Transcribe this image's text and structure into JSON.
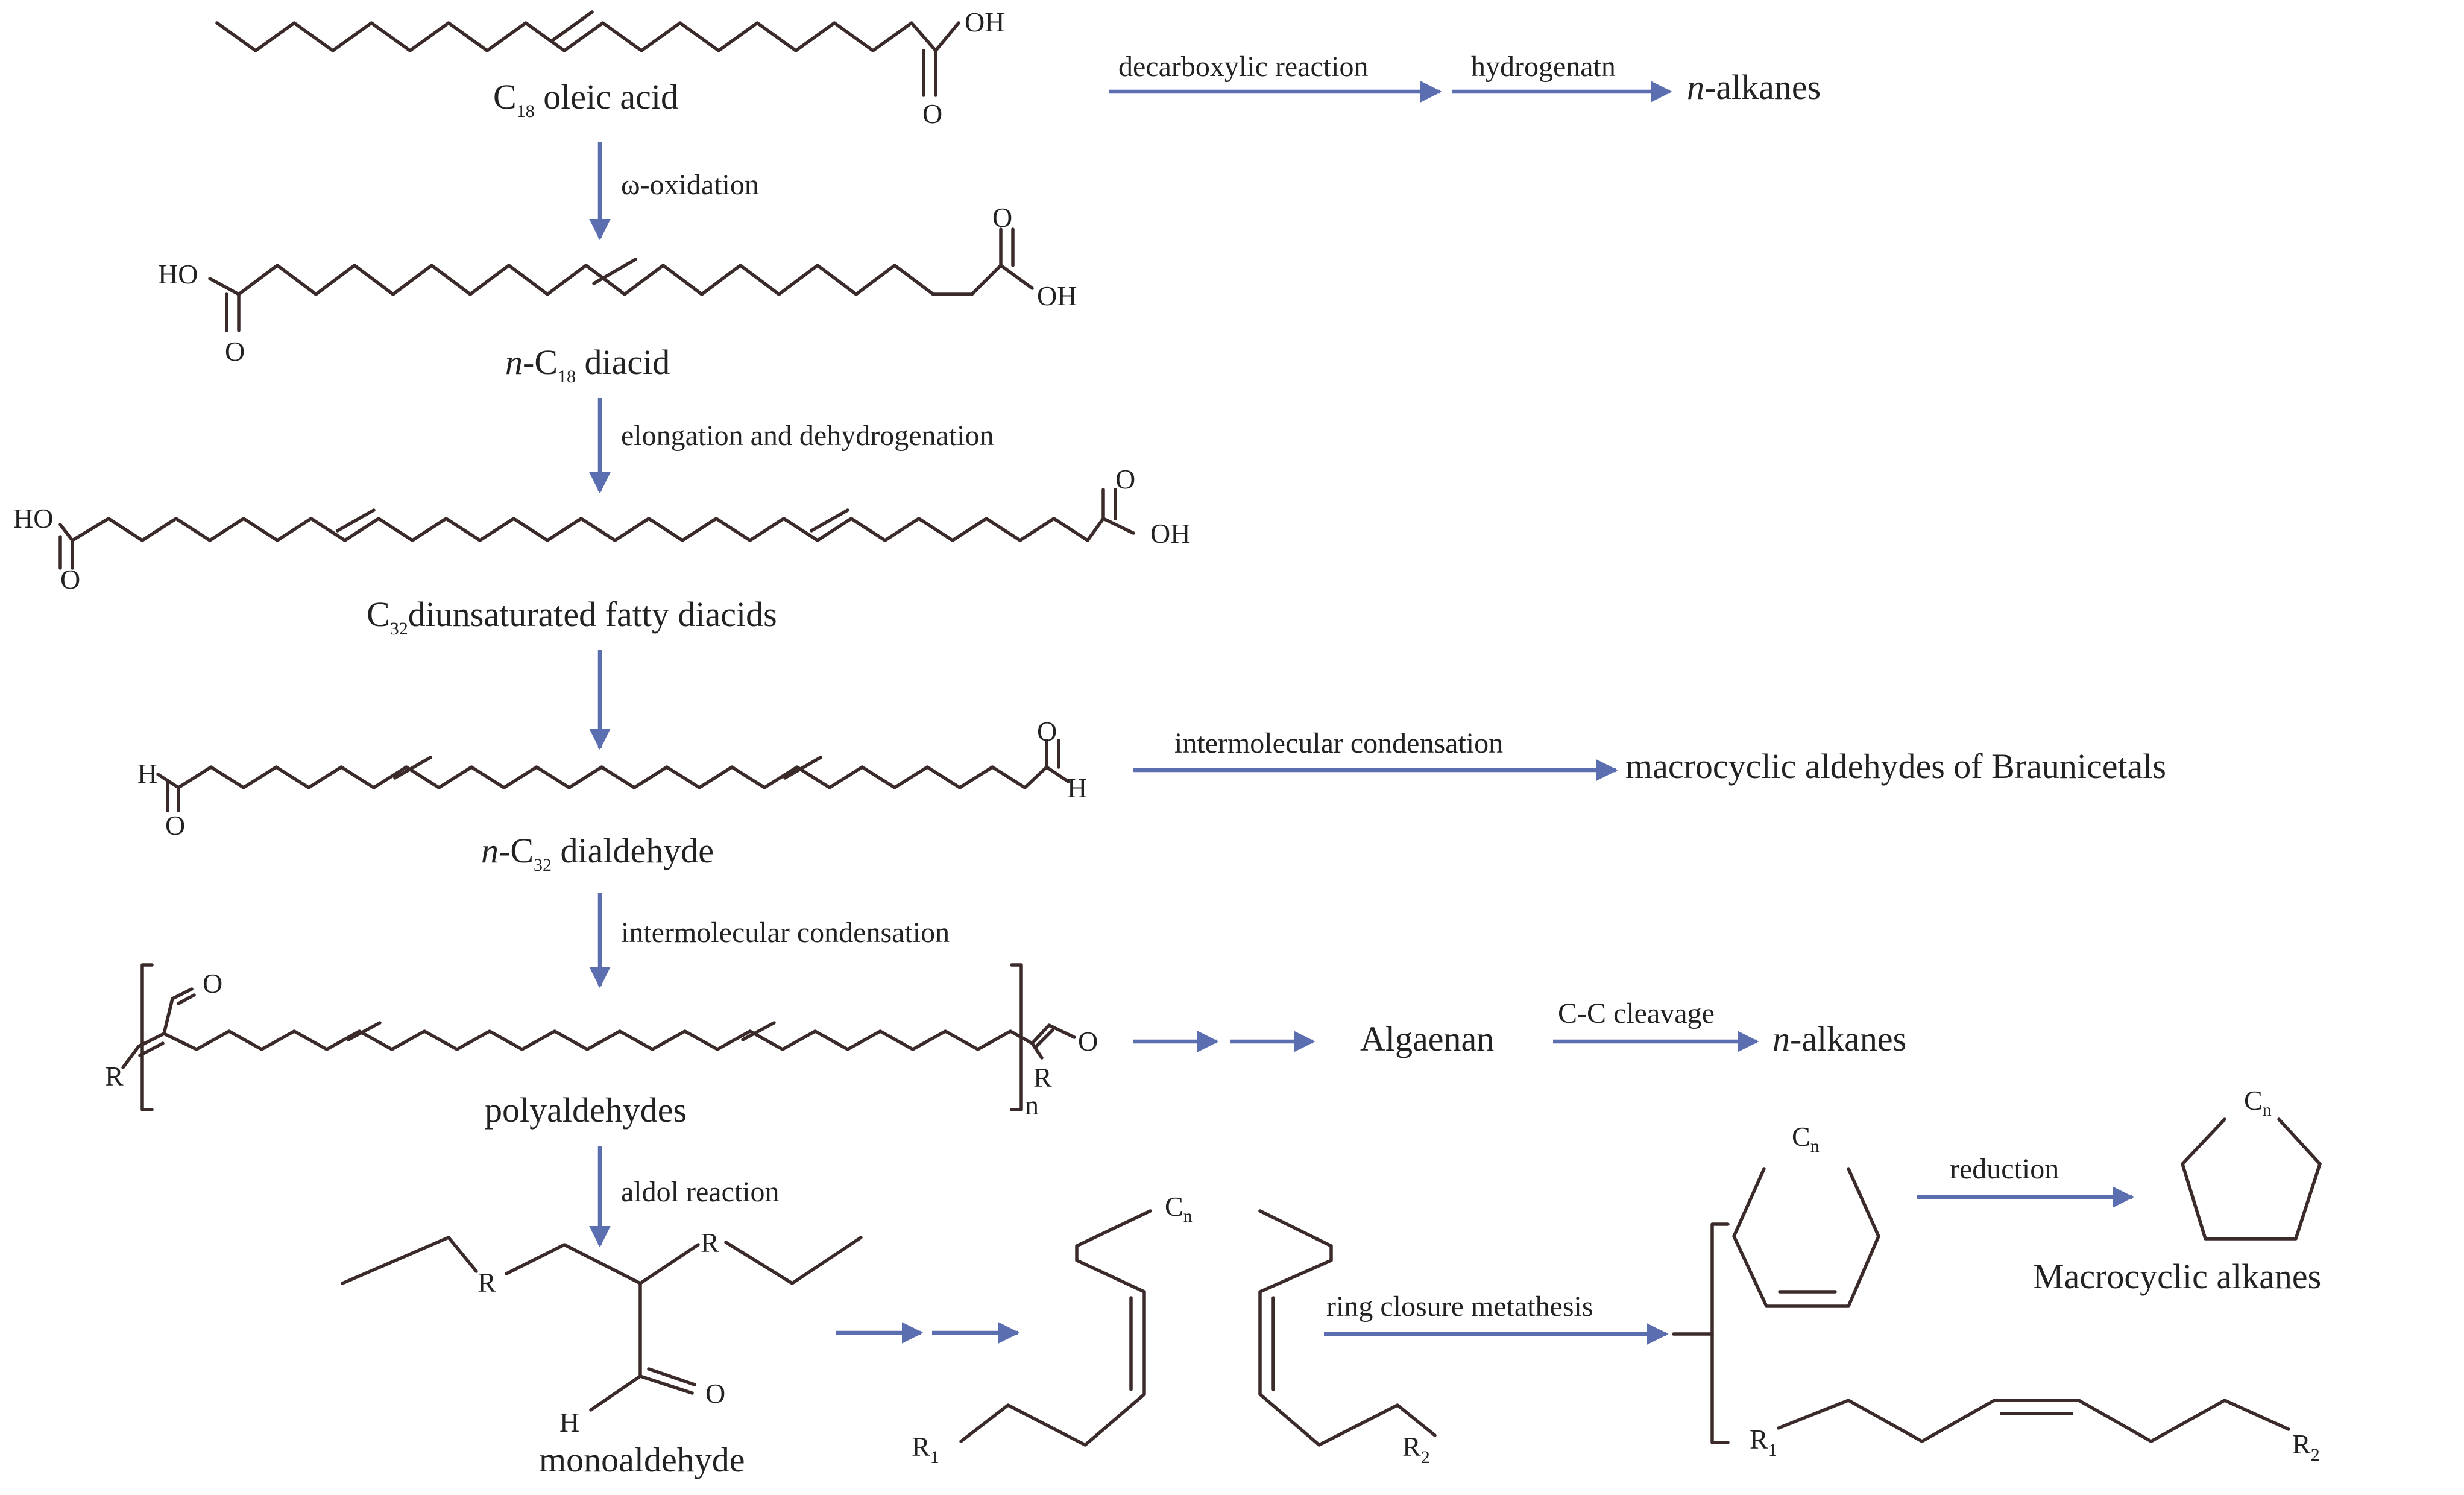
{
  "colors": {
    "arrow": "#5b6eb0",
    "bond": "#3a2a2a",
    "text": "#222222"
  },
  "compounds": {
    "oleic": {
      "pre": "C",
      "sub": "18",
      "post": " oleic acid"
    },
    "diacid": {
      "ital": "n",
      "pre": "-C",
      "sub": "18",
      "post": " diacid"
    },
    "c32diacid": {
      "pre": "C",
      "sub": "32",
      "post": "diunsaturated fatty diacids"
    },
    "dialdehyde": {
      "ital": "n",
      "pre": "-C",
      "sub": "32",
      "post": " dialdehyde"
    },
    "polyaldehydes": "polyaldehydes",
    "monoaldehyde": "monoaldehyde",
    "algaenan": "Algaenan",
    "macro_aldehydes": "macrocyclic aldehydes of Braunicetals",
    "macro_alkanes": "Macrocyclic alkanes"
  },
  "reactions": {
    "omega_oxidation": "ω-oxidation",
    "elongation": "elongation and dehydrogenation",
    "intermolecular_1": "intermolecular condensation",
    "intermolecular_2": "intermolecular condensation",
    "aldol": "aldol reaction",
    "decarboxylic": "decarboxylic  reaction",
    "hydrogenatn": "hydrogenatn",
    "cc_cleavage": "C-C cleavage",
    "ring_closure": "ring closure metathesis",
    "reduction": "reduction"
  },
  "alkanes": {
    "ital": "n",
    "post": "-alkanes"
  },
  "atoms": {
    "OH": "OH",
    "HO": "HO",
    "O": "O",
    "H": "H",
    "R": "R",
    "n": "n",
    "C": "C",
    "Cn_sub": "n",
    "R1": "R",
    "R1_sub": "1",
    "R2": "R",
    "R2_sub": "2"
  }
}
